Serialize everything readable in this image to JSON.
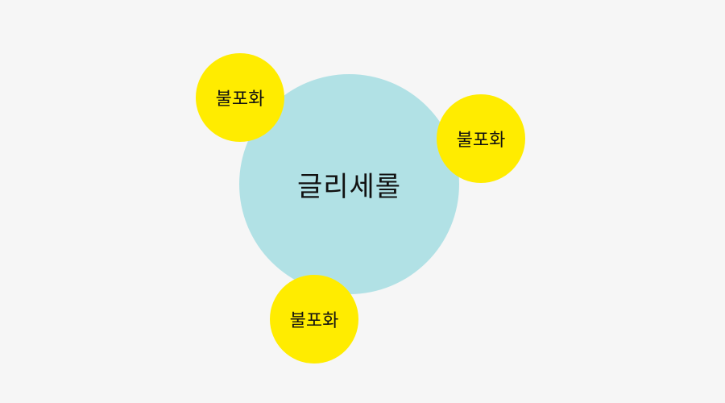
{
  "center": {
    "label": "글리세롤",
    "color": "#b1e1e5"
  },
  "satellites": [
    {
      "label": "불포화",
      "color": "#ffec00"
    },
    {
      "label": "불포화",
      "color": "#ffec00"
    },
    {
      "label": "불포화",
      "color": "#ffec00"
    }
  ]
}
